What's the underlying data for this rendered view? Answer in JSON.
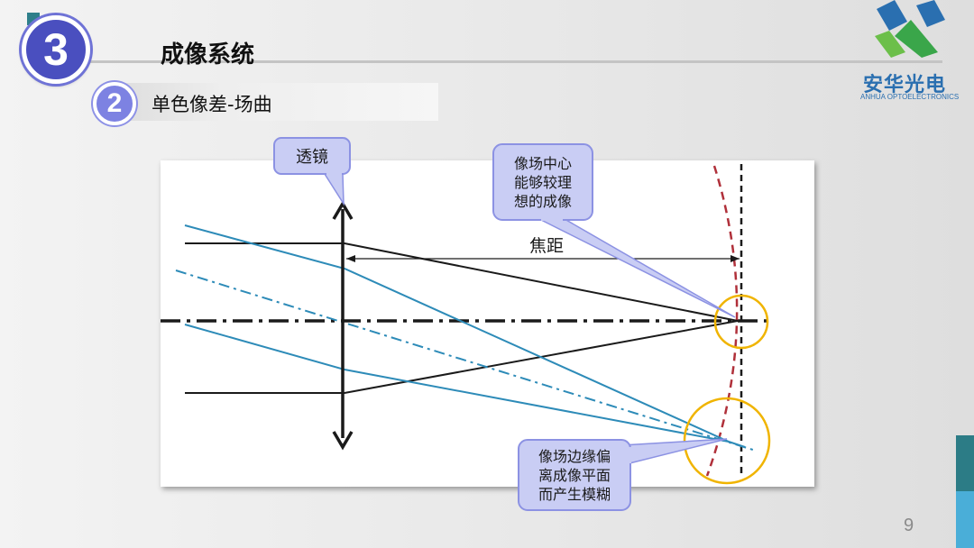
{
  "slide": {
    "section_number": "3",
    "title": "成像系统",
    "sub_number": "2",
    "subtitle": "单色像差-场曲",
    "page_number": "9"
  },
  "logo": {
    "name_cn": "安华光电",
    "name_en": "ANHUA OPTOELECTRONICS",
    "icon": "anhua-logo-icon",
    "colors": {
      "blue": "#2a6fb0",
      "green": "#3aa64a"
    }
  },
  "diagram": {
    "lens_label": "透镜",
    "focal_label": "焦距",
    "callout_center": [
      "像场中心",
      "能够较理",
      "想的成像"
    ],
    "callout_edge": [
      "像场边缘偏",
      "离成像平面",
      "而产生模糊"
    ],
    "colors": {
      "callout_fill": "#c9cdf4",
      "callout_border": "#8c92e3",
      "ray_blue": "#2d8bb8",
      "ray_black": "#1a1a1a",
      "field_curve": "#b0303a",
      "circle": "#f0b400"
    }
  }
}
